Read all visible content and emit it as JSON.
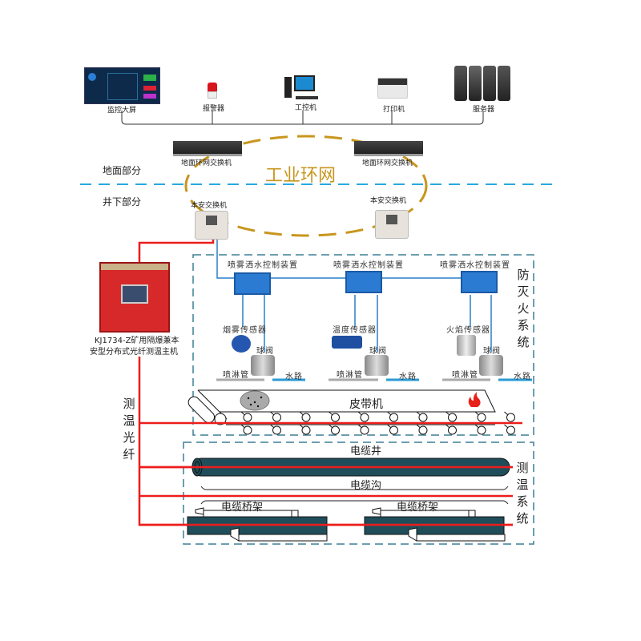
{
  "colors": {
    "fiber": "#ee1c1c",
    "network_line": "#2a7fc9",
    "ring": "#c8961e",
    "divider": "#29a8df",
    "dashed_box": "#3d7f95",
    "cable": "#1f4e5a"
  },
  "surface": {
    "section_label": "地面部分",
    "devices": [
      {
        "icon": "monitor-screen-icon",
        "label": "监控大屏"
      },
      {
        "icon": "alarm-light-icon",
        "label": "报警器"
      },
      {
        "icon": "workstation-icon",
        "label": "工控机"
      },
      {
        "icon": "printer-icon",
        "label": "打印机"
      },
      {
        "icon": "server-icon",
        "label": "服务器"
      }
    ],
    "switches": [
      {
        "icon": "network-switch-icon",
        "label": "地面环网交换机"
      },
      {
        "icon": "network-switch-icon",
        "label": "地面环网交换机"
      }
    ]
  },
  "ring": {
    "title": "工业环网"
  },
  "underground": {
    "section_label": "井下部分",
    "switches": [
      {
        "icon": "intrinsic-safe-switch-icon",
        "label": "本安交换机"
      },
      {
        "icon": "intrinsic-safe-switch-icon",
        "label": "本安交换机"
      }
    ],
    "host": {
      "line1": "KJ1734-Z矿用隔爆兼本",
      "line2": "安型分布式光纤测温主机"
    },
    "fiber_label": [
      "测",
      "温",
      "光",
      "纤"
    ]
  },
  "fire_system": {
    "title": [
      "防",
      "灭",
      "火",
      "系",
      "统"
    ],
    "units": [
      {
        "controller": "喷雾洒水控制装置",
        "sensor": "烟雾传感器",
        "valve": "球阀",
        "pipe": "喷淋管",
        "water": "水路"
      },
      {
        "controller": "喷雾洒水控制装置",
        "sensor": "温度传感器",
        "valve": "球阀",
        "pipe": "喷淋管",
        "water": "水路"
      },
      {
        "controller": "喷雾洒水控制装置",
        "sensor": "火焰传感器",
        "valve": "球阀",
        "pipe": "喷淋管",
        "water": "水路"
      }
    ],
    "conveyor": "皮带机"
  },
  "temp_system": {
    "title": [
      "测",
      "温",
      "系",
      "统"
    ],
    "cable_well": "电缆井",
    "cable_trench": "电缆沟",
    "trays": [
      "电缆桥架",
      "电缆桥架"
    ]
  }
}
